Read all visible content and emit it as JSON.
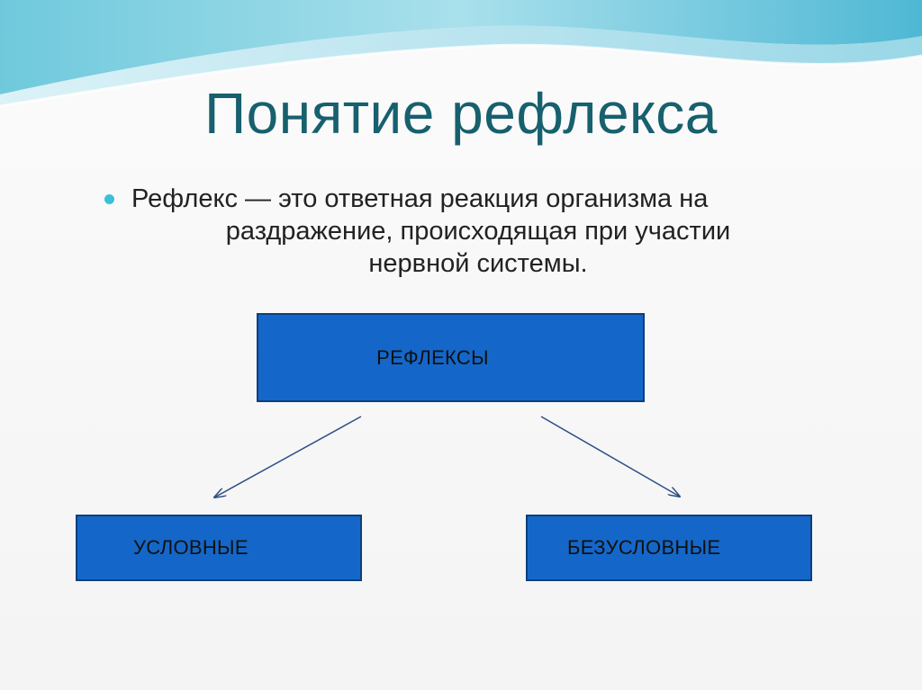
{
  "slide": {
    "title": "Понятие рефлекса",
    "bullet": {
      "line1": "Рефлекс — это ответная реакция организма на",
      "line2": "раздражение, происходящая при участии",
      "line3": "нервной системы."
    },
    "colors": {
      "title": "#17606e",
      "bullet_dot": "#3bc0d8",
      "box_fill": "#1467c8",
      "box_border": "#0d3f7c",
      "arrow": "#2c4f86"
    }
  },
  "diagram": {
    "root": {
      "label": "РЕФЛЕКСЫ"
    },
    "children": [
      {
        "label": "УСЛОВНЫЕ"
      },
      {
        "label": "БЕЗУСЛОВНЫЕ"
      }
    ]
  }
}
